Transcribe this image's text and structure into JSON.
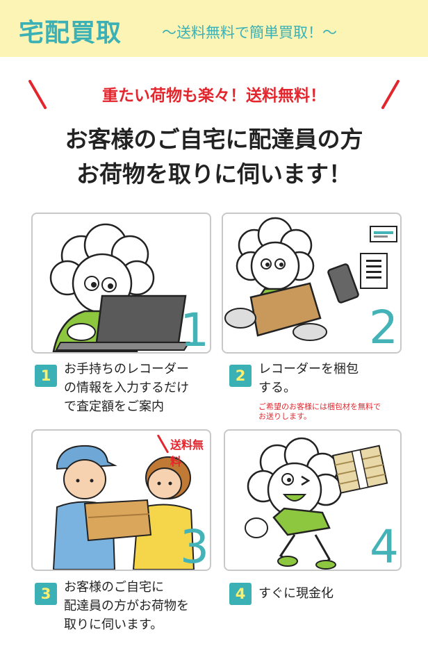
{
  "banner": {
    "title": "宅配買取",
    "subtitle": "〜送料無料で簡単買取！〜"
  },
  "tagline": "重たい荷物も楽々！送料無料！",
  "headline": {
    "line1": "お客様のご自宅に配達員の方",
    "line2": "お荷物を取りに伺います！"
  },
  "steps": [
    {
      "number": "1",
      "lines": [
        "お手持ちのレコーダー",
        "の情報を入力するだけ",
        "で査定額をご案内"
      ]
    },
    {
      "number": "2",
      "lines": [
        "レコーダーを梱包",
        "する。"
      ],
      "note_lines": [
        "ご希望のお客様には梱包材を無料で",
        "お送りします。"
      ]
    },
    {
      "number": "3",
      "lines": [
        "お客様のご自宅に",
        "配達員の方がお荷物を",
        "取りに伺います。"
      ],
      "badge_label": "送料無料"
    },
    {
      "number": "4",
      "lines": [
        "すぐに現金化"
      ]
    }
  ],
  "colors": {
    "teal": "#3bb0b5",
    "red": "#e3262d",
    "banner_bg": "#fbf4b4",
    "badge_text": "#fdf070"
  }
}
